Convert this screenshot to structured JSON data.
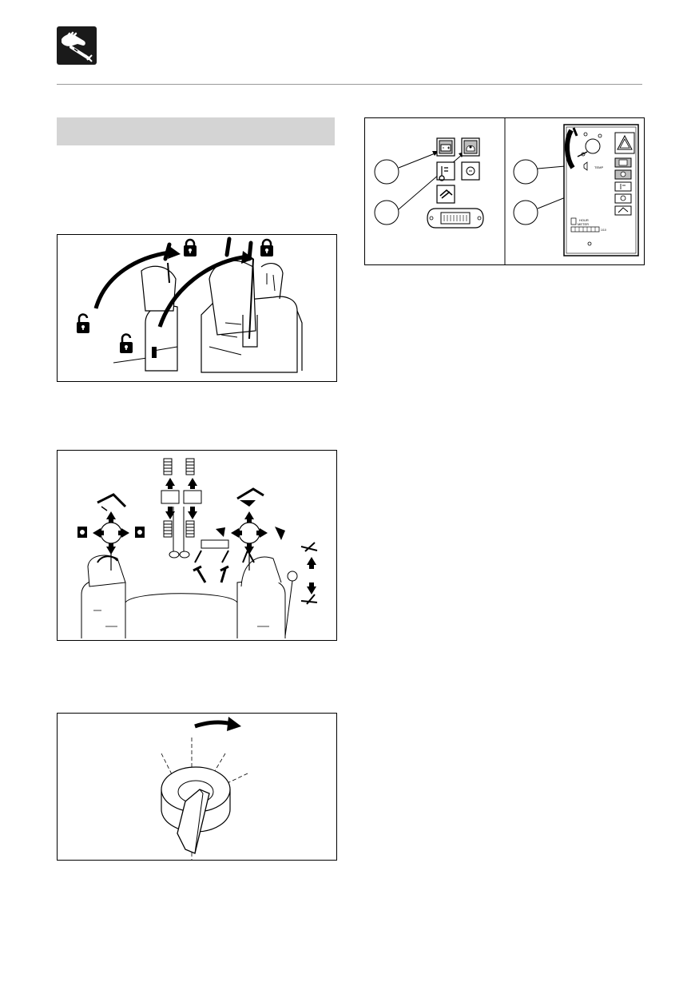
{
  "header": {
    "section_icon": "hand-with-tool-icon",
    "rule_color": "#9a9a9a"
  },
  "section_heading": {
    "text": "",
    "background": "#d4d4d4"
  },
  "figures": {
    "safety_lock": {
      "icons": [
        "lock-closed-icon",
        "lock-open-icon"
      ]
    },
    "control_pattern": {
      "icons": [
        "arrow-icon",
        "bucket-icon",
        "boom-icon",
        "blade-icon"
      ]
    },
    "key_switch": {
      "icons": [
        "rotate-arrow-icon",
        "key-icon"
      ]
    },
    "warning_lamps": {
      "callouts": [
        "",
        "",
        "",
        ""
      ],
      "hour_meter_label": [
        "HOUR",
        "METER"
      ],
      "temp_label": "TEMP",
      "unit_label": "1/10"
    }
  }
}
